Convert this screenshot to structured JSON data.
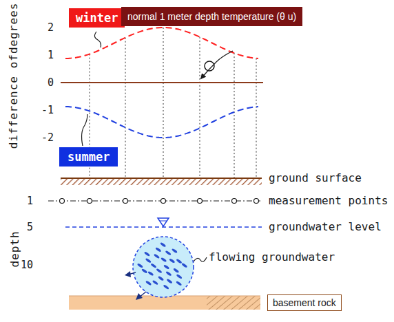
{
  "diagram": {
    "nodes": [
      {
        "text": [
          "winter"
        ]
      },
      {
        "text": [
          "normal 1 meter depth temperature (θ u)"
        ]
      },
      {
        "text": [
          "summer"
        ]
      },
      {
        "text": [
          "basement rock"
        ]
      }
    ],
    "labels": [
      "difference ofdegrees",
      "2",
      "1",
      "0",
      "-1",
      "-2",
      "ground surface",
      "1",
      "measurement points",
      "depth",
      "5",
      "groundwater level",
      "10",
      "flowing groundwater"
    ]
  }
}
